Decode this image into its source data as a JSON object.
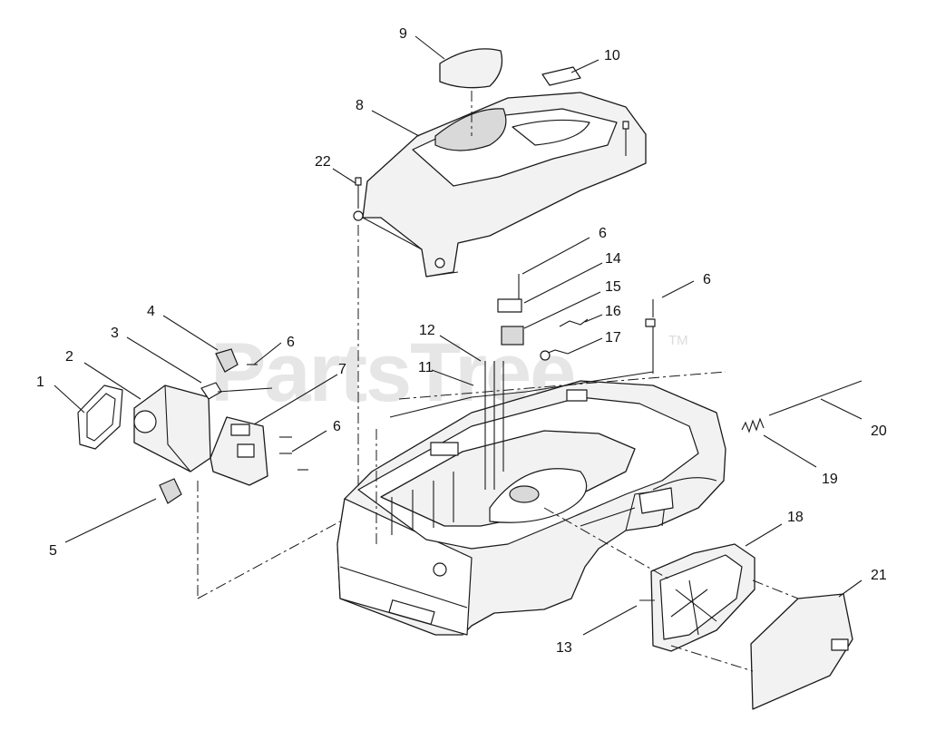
{
  "watermark": {
    "text": "PartsTree",
    "trademark": "TM"
  },
  "callouts": [
    {
      "id": "c1",
      "text": "1"
    },
    {
      "id": "c2",
      "text": "2"
    },
    {
      "id": "c3",
      "text": "3"
    },
    {
      "id": "c4",
      "text": "4"
    },
    {
      "id": "c5",
      "text": "5"
    },
    {
      "id": "c6a",
      "text": "6"
    },
    {
      "id": "c6b",
      "text": "6"
    },
    {
      "id": "c6c",
      "text": "6"
    },
    {
      "id": "c6d",
      "text": "6"
    },
    {
      "id": "c7",
      "text": "7"
    },
    {
      "id": "c8",
      "text": "8"
    },
    {
      "id": "c9",
      "text": "9"
    },
    {
      "id": "c10",
      "text": "10"
    },
    {
      "id": "c11",
      "text": "11"
    },
    {
      "id": "c12",
      "text": "12"
    },
    {
      "id": "c13",
      "text": "13"
    },
    {
      "id": "c14",
      "text": "14"
    },
    {
      "id": "c15",
      "text": "15"
    },
    {
      "id": "c16",
      "text": "16"
    },
    {
      "id": "c17",
      "text": "17"
    },
    {
      "id": "c18",
      "text": "18"
    },
    {
      "id": "c19",
      "text": "19"
    },
    {
      "id": "c20",
      "text": "20"
    },
    {
      "id": "c21",
      "text": "21"
    },
    {
      "id": "c22",
      "text": "22"
    }
  ]
}
